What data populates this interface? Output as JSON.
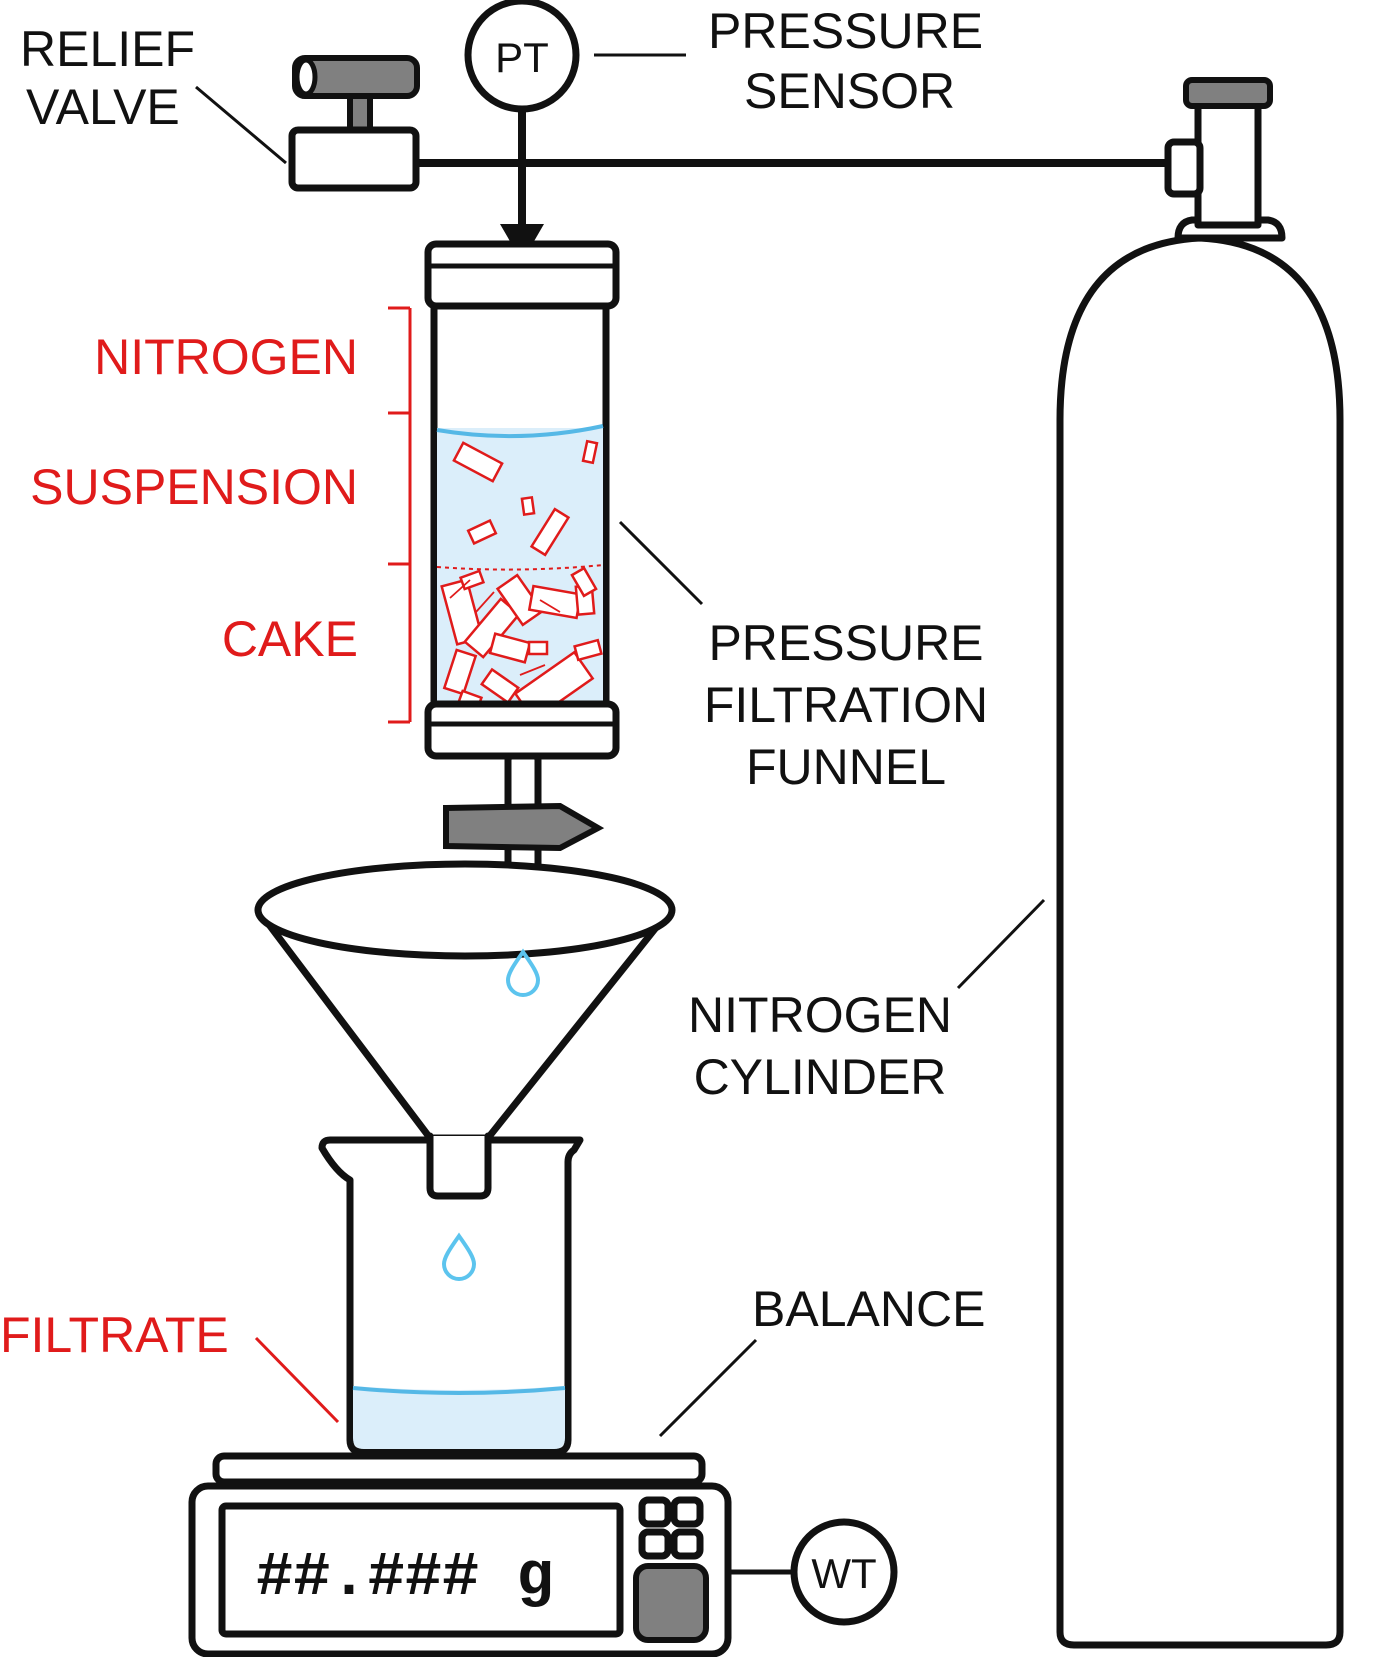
{
  "labels": {
    "relief_valve": [
      "RELIEF",
      "VALVE"
    ],
    "pressure_sensor": [
      "PRESSURE",
      "SENSOR"
    ],
    "pt": "PT",
    "wt": "WT",
    "nitrogen": "NITROGEN",
    "suspension": "SUSPENSION",
    "cake": "CAKE",
    "funnel": [
      "PRESSURE",
      "FILTRATION",
      "FUNNEL"
    ],
    "cylinder": [
      "NITROGEN",
      "CYLINDER"
    ],
    "balance": "BALANCE",
    "filtrate": "FILTRATE",
    "display": "##.### g"
  },
  "colors": {
    "outline": "#111111",
    "accent_red": "#e01b1b",
    "liquid": "#dbeefa",
    "liquid_line": "#55b8e6",
    "drop": "#5cc4ee",
    "gray": "#808080"
  }
}
